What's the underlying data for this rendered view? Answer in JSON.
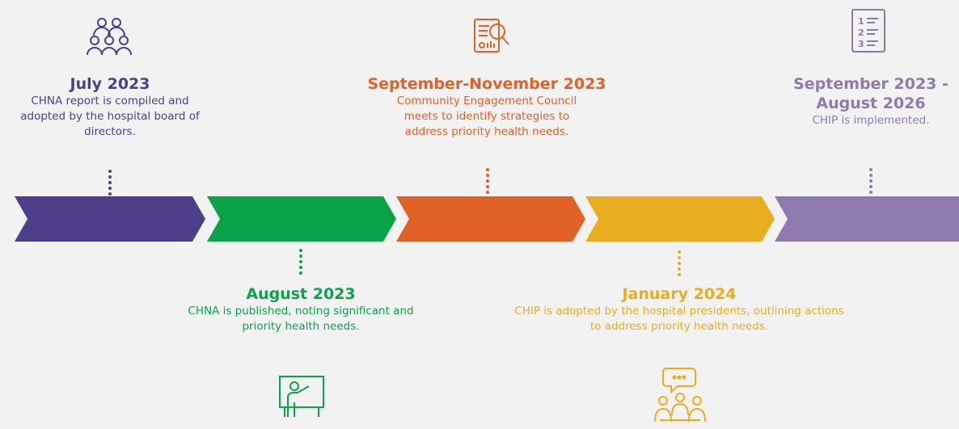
{
  "colors": {
    "purple": "#4f3f8a",
    "green": "#0aa34a",
    "orange": "#e06227",
    "yellow": "#e9ae1f",
    "lavender": "#8f7ab0"
  },
  "milestones": [
    {
      "title": "July 2023",
      "description": "CHNA report is compiled and adopted by the hospital board of directors.",
      "icon": "people-group-icon"
    },
    {
      "title": "August 2023",
      "description": "CHNA is published, noting significant and priority health needs.",
      "icon": "presenter-board-icon"
    },
    {
      "title": "September-November 2023",
      "description": "Community Engagement Council meets to identify strategies to address priority health needs.",
      "icon": "report-magnifier-icon"
    },
    {
      "title": "January 2024",
      "description": "CHIP is adopted by the hospital presidents, outlining actions to address priority health needs.",
      "icon": "discussion-group-icon"
    },
    {
      "title": "September 2023 - August 2026",
      "description": "CHIP is implemented.",
      "icon": "numbered-list-icon"
    }
  ]
}
